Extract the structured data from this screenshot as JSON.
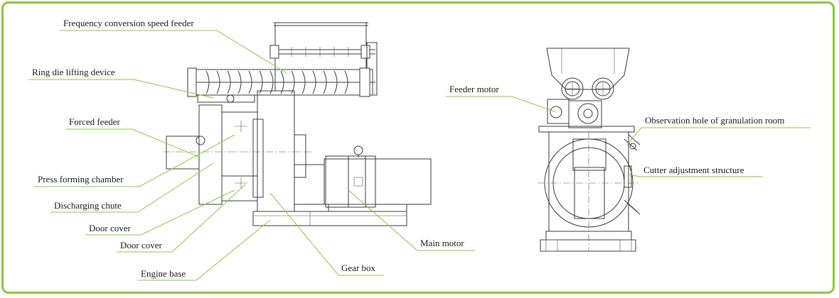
{
  "labels": {
    "frequency_conversion_speed_feeder": "Frequency conversion speed feeder",
    "ring_die_lifting_device": "Ring die lifting device",
    "forced_feeder": "Forced feeder",
    "press_forming_chamber": "Press forming chamber",
    "discharging_chute": "Discharging  chute",
    "door_cover_1": "Door cover",
    "door_cover_2": "Door cover",
    "engine_base": "Engine base",
    "gear_box": "Gear box",
    "main_motor": "Main motor",
    "feeder_motor": "Feeder motor",
    "observation_hole": "Observation hole of granulation room",
    "cutter_adjustment_structure": "Cutter adjustment structure"
  },
  "colors": {
    "frame": "#8cc63f",
    "leader_line": "#8cc63f",
    "drawing": "#3a3a3a"
  }
}
